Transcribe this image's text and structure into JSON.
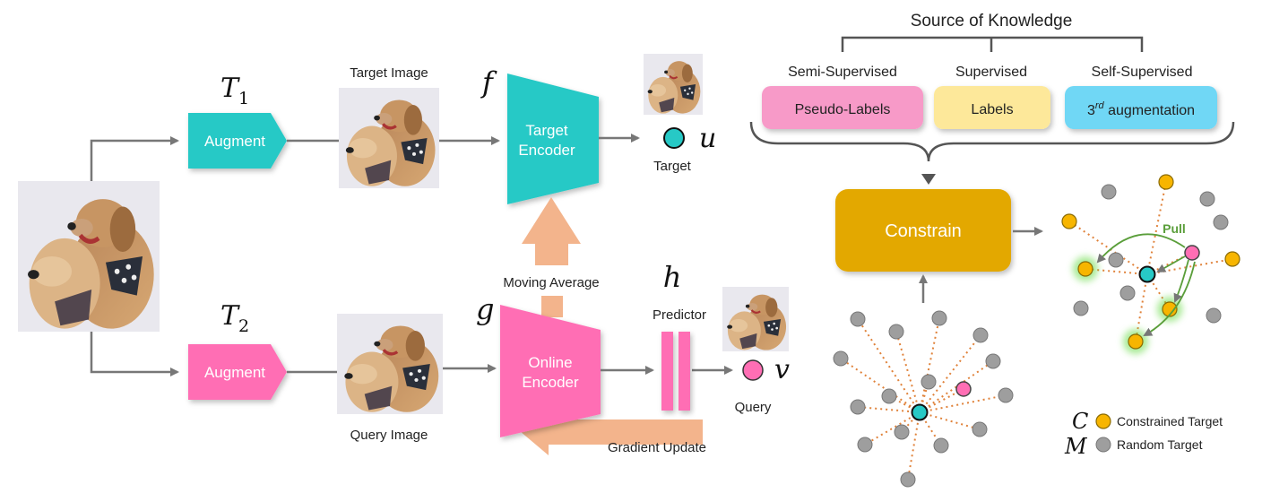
{
  "pipeline": {
    "t1": "T",
    "t1_sub": "1",
    "t2": "T",
    "t2_sub": "2",
    "augment_top": "Augment",
    "augment_bottom": "Augment",
    "target_image": "Target Image",
    "query_image": "Query Image",
    "f": "f",
    "g": "g",
    "h": "h",
    "target_encoder_1": "Target",
    "target_encoder_2": "Encoder",
    "online_encoder_1": "Online",
    "online_encoder_2": "Encoder",
    "moving_average": "Moving Average",
    "predictor": "Predictor",
    "gradient_update": "Gradient Update",
    "target": "Target",
    "query": "Query",
    "u": "u",
    "v": "v"
  },
  "knowledge": {
    "title": "Source of Knowledge",
    "semi_supervised": "Semi-Supervised",
    "supervised": "Supervised",
    "self_supervised": "Self-Supervised",
    "pseudo_labels": "Pseudo-Labels",
    "labels": "Labels",
    "aug_base": "3",
    "aug_sup": "rd",
    "aug_rest": " augmentation",
    "constrain": "Constrain",
    "pull": "Pull"
  },
  "legend": {
    "c_symbol": "C",
    "c_label": "Constrained Target",
    "m_symbol": "M",
    "m_label": "Random Target"
  },
  "colors": {
    "teal": "#27c9c6",
    "pink": "#ff6eb4",
    "orange_arrow": "#f3b48c",
    "gold": "#e3a800",
    "yellow_node": "#f7b500",
    "gray_node": "#9e9e9e",
    "dotted": "#e0823a",
    "pull_green": "#5a9e3a",
    "pseudo_box": "#f79ac8",
    "labels_box": "#fde89a",
    "aug_box": "#6fd7f5"
  },
  "icons": [
    "dog-photo",
    "dog-photo-target",
    "dog-photo-query"
  ]
}
